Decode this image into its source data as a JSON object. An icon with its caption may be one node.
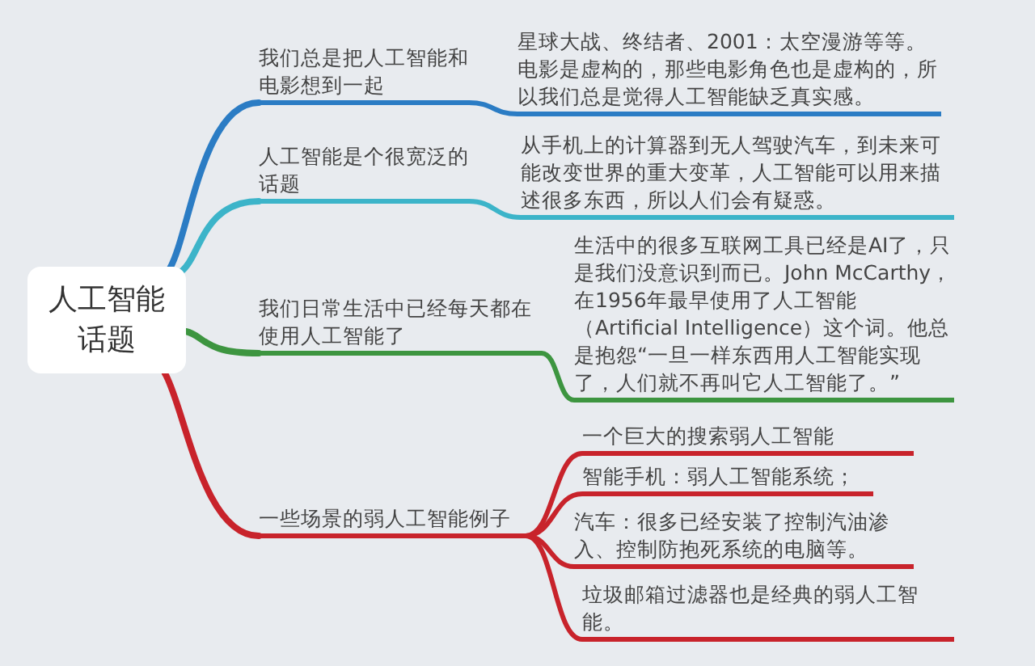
{
  "diagram": {
    "nodes": [
      {
        "text": [
          "人工智能话题"
        ]
      },
      {
        "text": [
          "我们总是把人工智能和电影想到一起"
        ]
      },
      {
        "text": [
          "人工智能是个很宽泛的话题"
        ]
      },
      {
        "text": [
          "我们日常生活中已经每天都在使用人工智能了"
        ]
      },
      {
        "text": [
          "一些场景的弱人工智能例子"
        ]
      },
      {
        "text": [
          "星球大战、终结者、2001：太空漫游等等。电影是虚构的，那些电影角色也是虚构的，所以我们总是觉得人工智能缺乏真实感。"
        ]
      },
      {
        "text": [
          "从手机上的计算器到无人驾驶汽车，到未来可能改变世界的重大变革，人工智能可以用来描述很多东西，所以人们会有疑惑。"
        ]
      },
      {
        "text": [
          "生活中的很多互联网工具已经是AI了，只是我们没意识到而已。John McCarthy，在1956年最早使用了人工智能（Artificial Intelligence）这个词。他总是抱怨“一旦一样东西用人工智能实现了，人们就不再叫它人工智能了。”"
        ]
      },
      {
        "text": [
          "一个巨大的搜索弱人工智能"
        ]
      },
      {
        "text": [
          "智能手机：弱人工智能系统；"
        ]
      },
      {
        "text": [
          "汽车：很多已经安装了控制汽油渗入、控制防抱死系统的电脑等。"
        ]
      },
      {
        "text": [
          "垃圾邮箱过滤器也是经典的弱人工智能。"
        ]
      }
    ],
    "edges": [
      {
        "from": 0,
        "to": 1,
        "arrow": "none",
        "color": "#2b7cc4"
      },
      {
        "from": 0,
        "to": 2,
        "arrow": "none",
        "color": "#3cb4c9"
      },
      {
        "from": 0,
        "to": 3,
        "arrow": "none",
        "color": "#3d9540"
      },
      {
        "from": 0,
        "to": 4,
        "arrow": "none"
      },
      {
        "from": 1,
        "to": 5,
        "arrow": "none",
        "color": "#2b7cc4"
      },
      {
        "from": 2,
        "to": 6,
        "arrow": "none",
        "color": "#3cb4c9"
      },
      {
        "from": 3,
        "to": 7,
        "arrow": "none",
        "color": "#3d9540"
      },
      {
        "from": 4,
        "to": 8,
        "arrow": "none"
      },
      {
        "from": 4,
        "to": 9,
        "arrow": "none"
      },
      {
        "from": 4,
        "to": 10,
        "arrow": "none"
      },
      {
        "from": 4,
        "to": 11,
        "arrow": "none"
      }
    ]
  }
}
